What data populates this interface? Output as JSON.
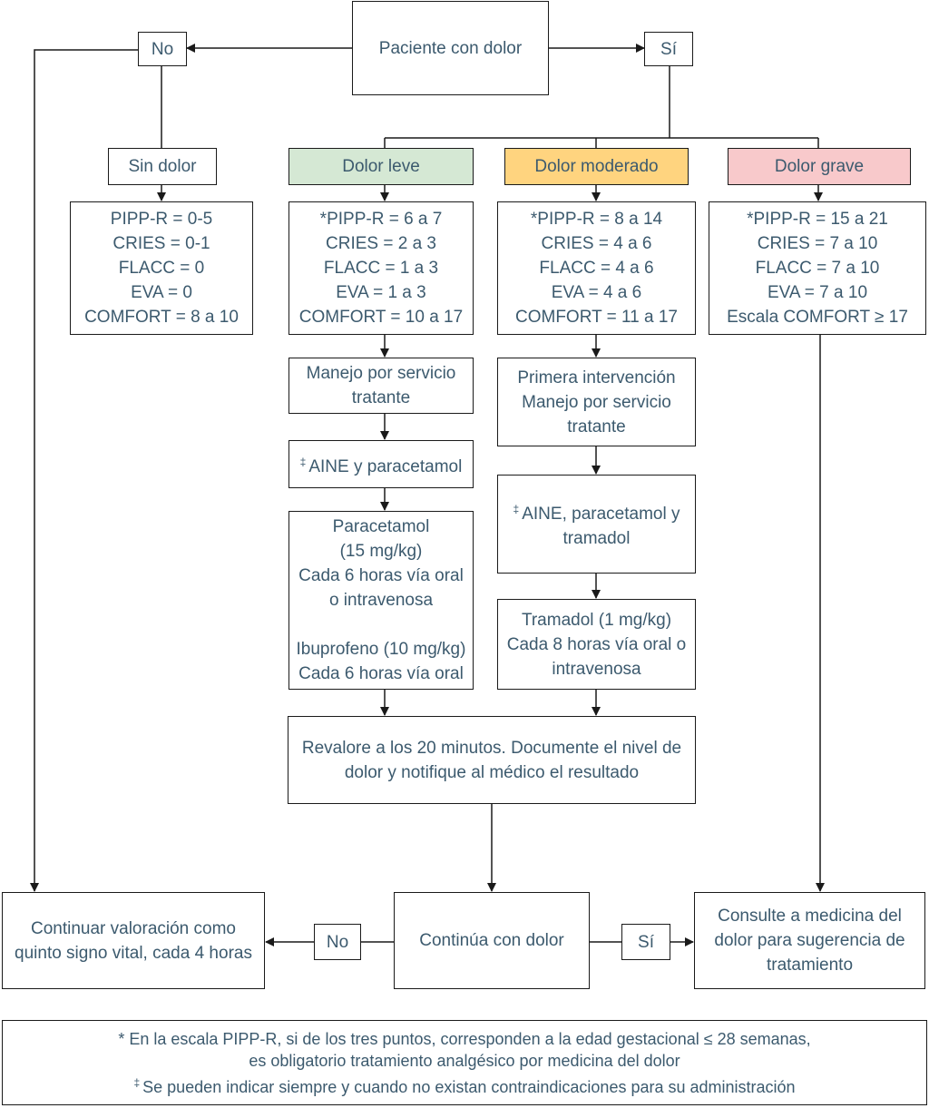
{
  "colors": {
    "text": "#3c5a6e",
    "border": "#1a1a1a",
    "leve_fill": "#d5e8d4",
    "moderado_fill": "#ffd47f",
    "grave_fill": "#f8c9cb"
  },
  "start": {
    "label": "Paciente con dolor"
  },
  "top_no": {
    "label": "No"
  },
  "top_si": {
    "label": "Sí"
  },
  "sin_dolor": {
    "header": "Sin dolor",
    "scales": [
      "PIPP-R = 0-5",
      "CRIES = 0-1",
      "FLACC = 0",
      "EVA = 0",
      "COMFORT = 8 a 10"
    ]
  },
  "leve": {
    "header": "Dolor leve",
    "scales": [
      "*PIPP-R = 6 a 7",
      "CRIES = 2 a 3",
      "FLACC = 1 a 3",
      "EVA = 1 a 3",
      "COMFORT = 10 a 17"
    ],
    "manejo": [
      "Manejo por servicio",
      "tratante"
    ],
    "aine_mark": "‡",
    "aine": "AINE y paracetamol",
    "dosis_a": [
      "Paracetamol",
      "(15 mg/kg)",
      "Cada 6 horas vía oral",
      "o intravenosa"
    ],
    "dosis_b": [
      "Ibuprofeno (10 mg/kg)",
      "Cada 6 horas vía oral"
    ]
  },
  "moderado": {
    "header": "Dolor moderado",
    "scales": [
      "*PIPP-R = 8 a 14",
      "CRIES = 4 a 6",
      "FLACC = 4 a 6",
      "EVA = 4 a 6",
      "COMFORT = 11 a 17"
    ],
    "manejo": [
      "Primera intervención",
      "Manejo por servicio",
      "tratante"
    ],
    "aine_mark": "‡",
    "aine": [
      "AINE, paracetamol y",
      "tramadol"
    ],
    "dosis": [
      "Tramadol (1 mg/kg)",
      "Cada 8 horas vía oral o",
      "intravenosa"
    ]
  },
  "grave": {
    "header": "Dolor grave",
    "scales": [
      "*PIPP-R = 15 a 21",
      "CRIES = 7 a 10",
      "FLACC = 7 a 10",
      "EVA = 7 a 10",
      "Escala COMFORT ≥ 17"
    ]
  },
  "revalore": [
    "Revalore a los 20 minutos. Documente el nivel de",
    "dolor y notifique al médico el resultado"
  ],
  "continua": {
    "label": "Continúa con dolor"
  },
  "bottom_no": {
    "label": "No"
  },
  "bottom_si": {
    "label": "Sí"
  },
  "continuar": [
    "Continuar valoración como",
    "quinto signo vital, cada 4 horas"
  ],
  "consulte": [
    "Consulte a medicina del",
    "dolor para sugerencia de",
    "tratamiento"
  ],
  "footnote": {
    "line1": "* En la escala PIPP-R, si de los tres puntos, corresponden a la edad gestacional ≤ 28 semanas,",
    "line2": "es obligatorio tratamiento analgésico por medicina del dolor",
    "mark": "‡",
    "line3": "Se pueden indicar siempre y cuando no existan contraindicaciones para su administración"
  }
}
